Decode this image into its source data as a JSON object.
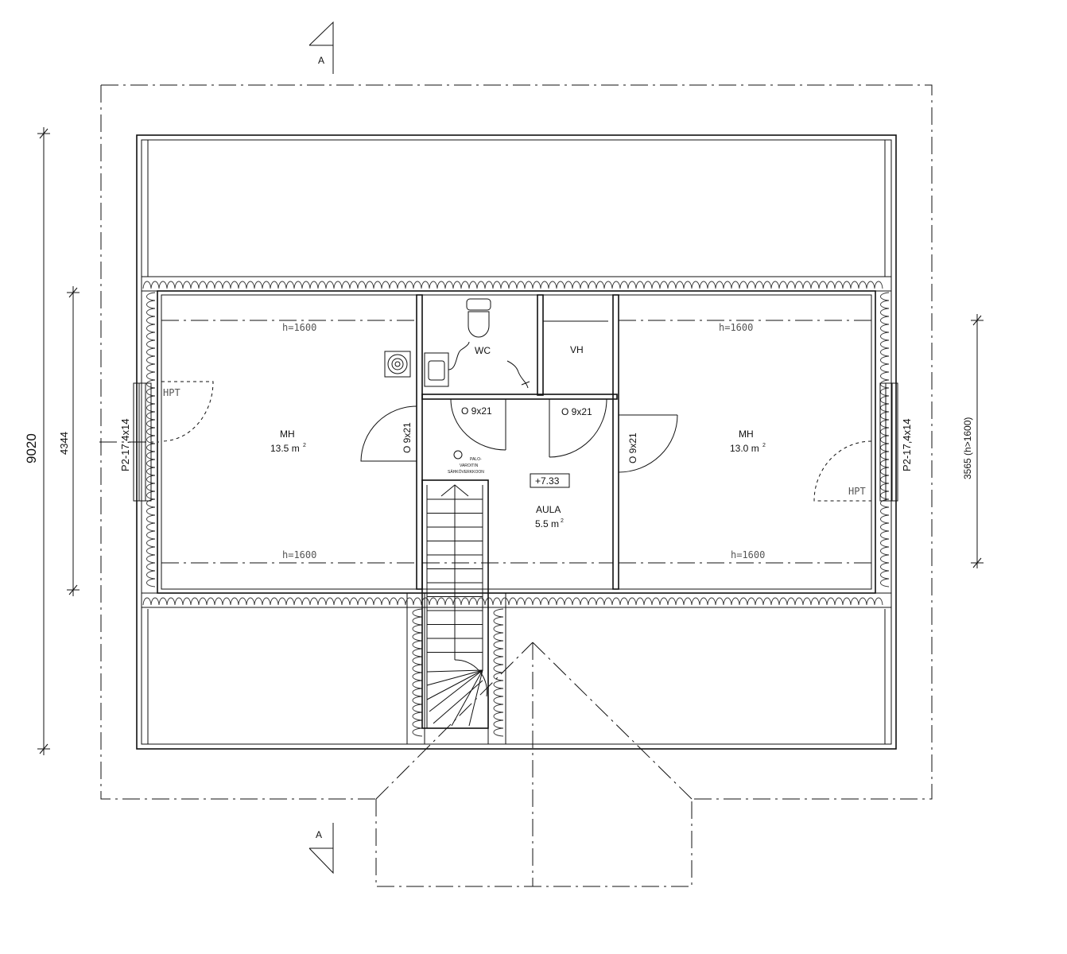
{
  "section_markers": {
    "top": "A",
    "bottom": "A"
  },
  "dimensions": {
    "total_height": "9020",
    "room_height": "4344",
    "right_height": "3565 (h>1600)"
  },
  "windows": {
    "left": "P2-17,4x14",
    "right": "P2-17,4x14"
  },
  "ceiling_heights": {
    "left_top": "h=1600",
    "left_bottom": "h=1600",
    "right_top": "h=1600",
    "right_bottom": "h=1600"
  },
  "rooms": {
    "mh_left": {
      "name": "MH",
      "area": "13.5 m",
      "sup": "2"
    },
    "mh_right": {
      "name": "MH",
      "area": "13.0 m",
      "sup": "2"
    },
    "aula": {
      "name": "AULA",
      "area": "5.5 m",
      "sup": "2"
    },
    "wc": {
      "name": "WC"
    },
    "vh": {
      "name": "VH"
    }
  },
  "doors": {
    "d1": "O 9x21",
    "d2": "O 9x21",
    "d3": "O 9x21",
    "d4": "O 9x21"
  },
  "hpt": {
    "left": "HPT",
    "right": "HPT"
  },
  "level": "+7.33",
  "smoke_detector_note": {
    "line1": "PALO-",
    "line2": "VAROITIN",
    "line3": "SÄHKÖVERKKOON"
  }
}
